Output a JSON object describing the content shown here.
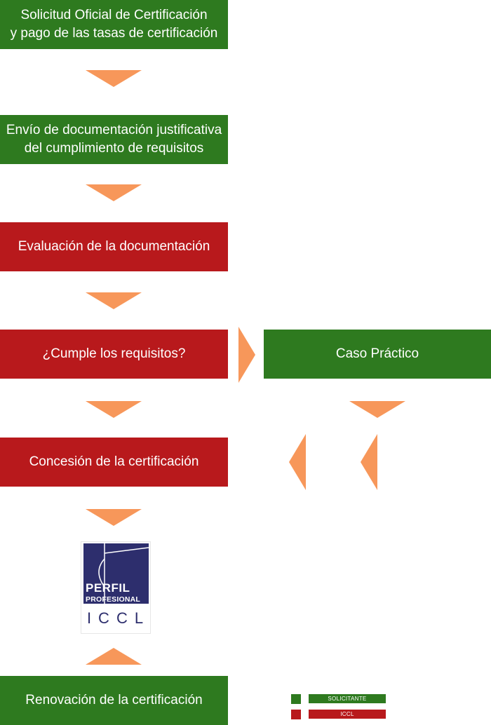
{
  "steps": {
    "solicitud": {
      "line1": "Solicitud Oficial de Certificación",
      "line2": "y pago de las tasas de certificación"
    },
    "envio": {
      "line1": "Envío de documentación justificativa",
      "line2": "del cumplimiento de requisitos"
    },
    "evaluacion": {
      "label": "Evaluación de la documentación"
    },
    "cumple": {
      "label": "¿Cumple los requisitos?"
    },
    "caso": {
      "label": "Caso Práctico"
    },
    "concesion": {
      "label": "Concesión de la certificación"
    },
    "renovacion": {
      "label": "Renovación de la certificación"
    }
  },
  "logo": {
    "line1": "PERFIL",
    "line2": "PROFESIONAL",
    "line3": "ICCL"
  },
  "legend": [
    {
      "label": "SOLICITANTE",
      "color": "#2e7a1f"
    },
    {
      "label": "ICCL",
      "color": "#b8191c"
    }
  ],
  "colors": {
    "applicant": "#2e7a1f",
    "iccl": "#b8191c",
    "arrow": "#f7975a",
    "logo_blue": "#2d2e6d"
  }
}
